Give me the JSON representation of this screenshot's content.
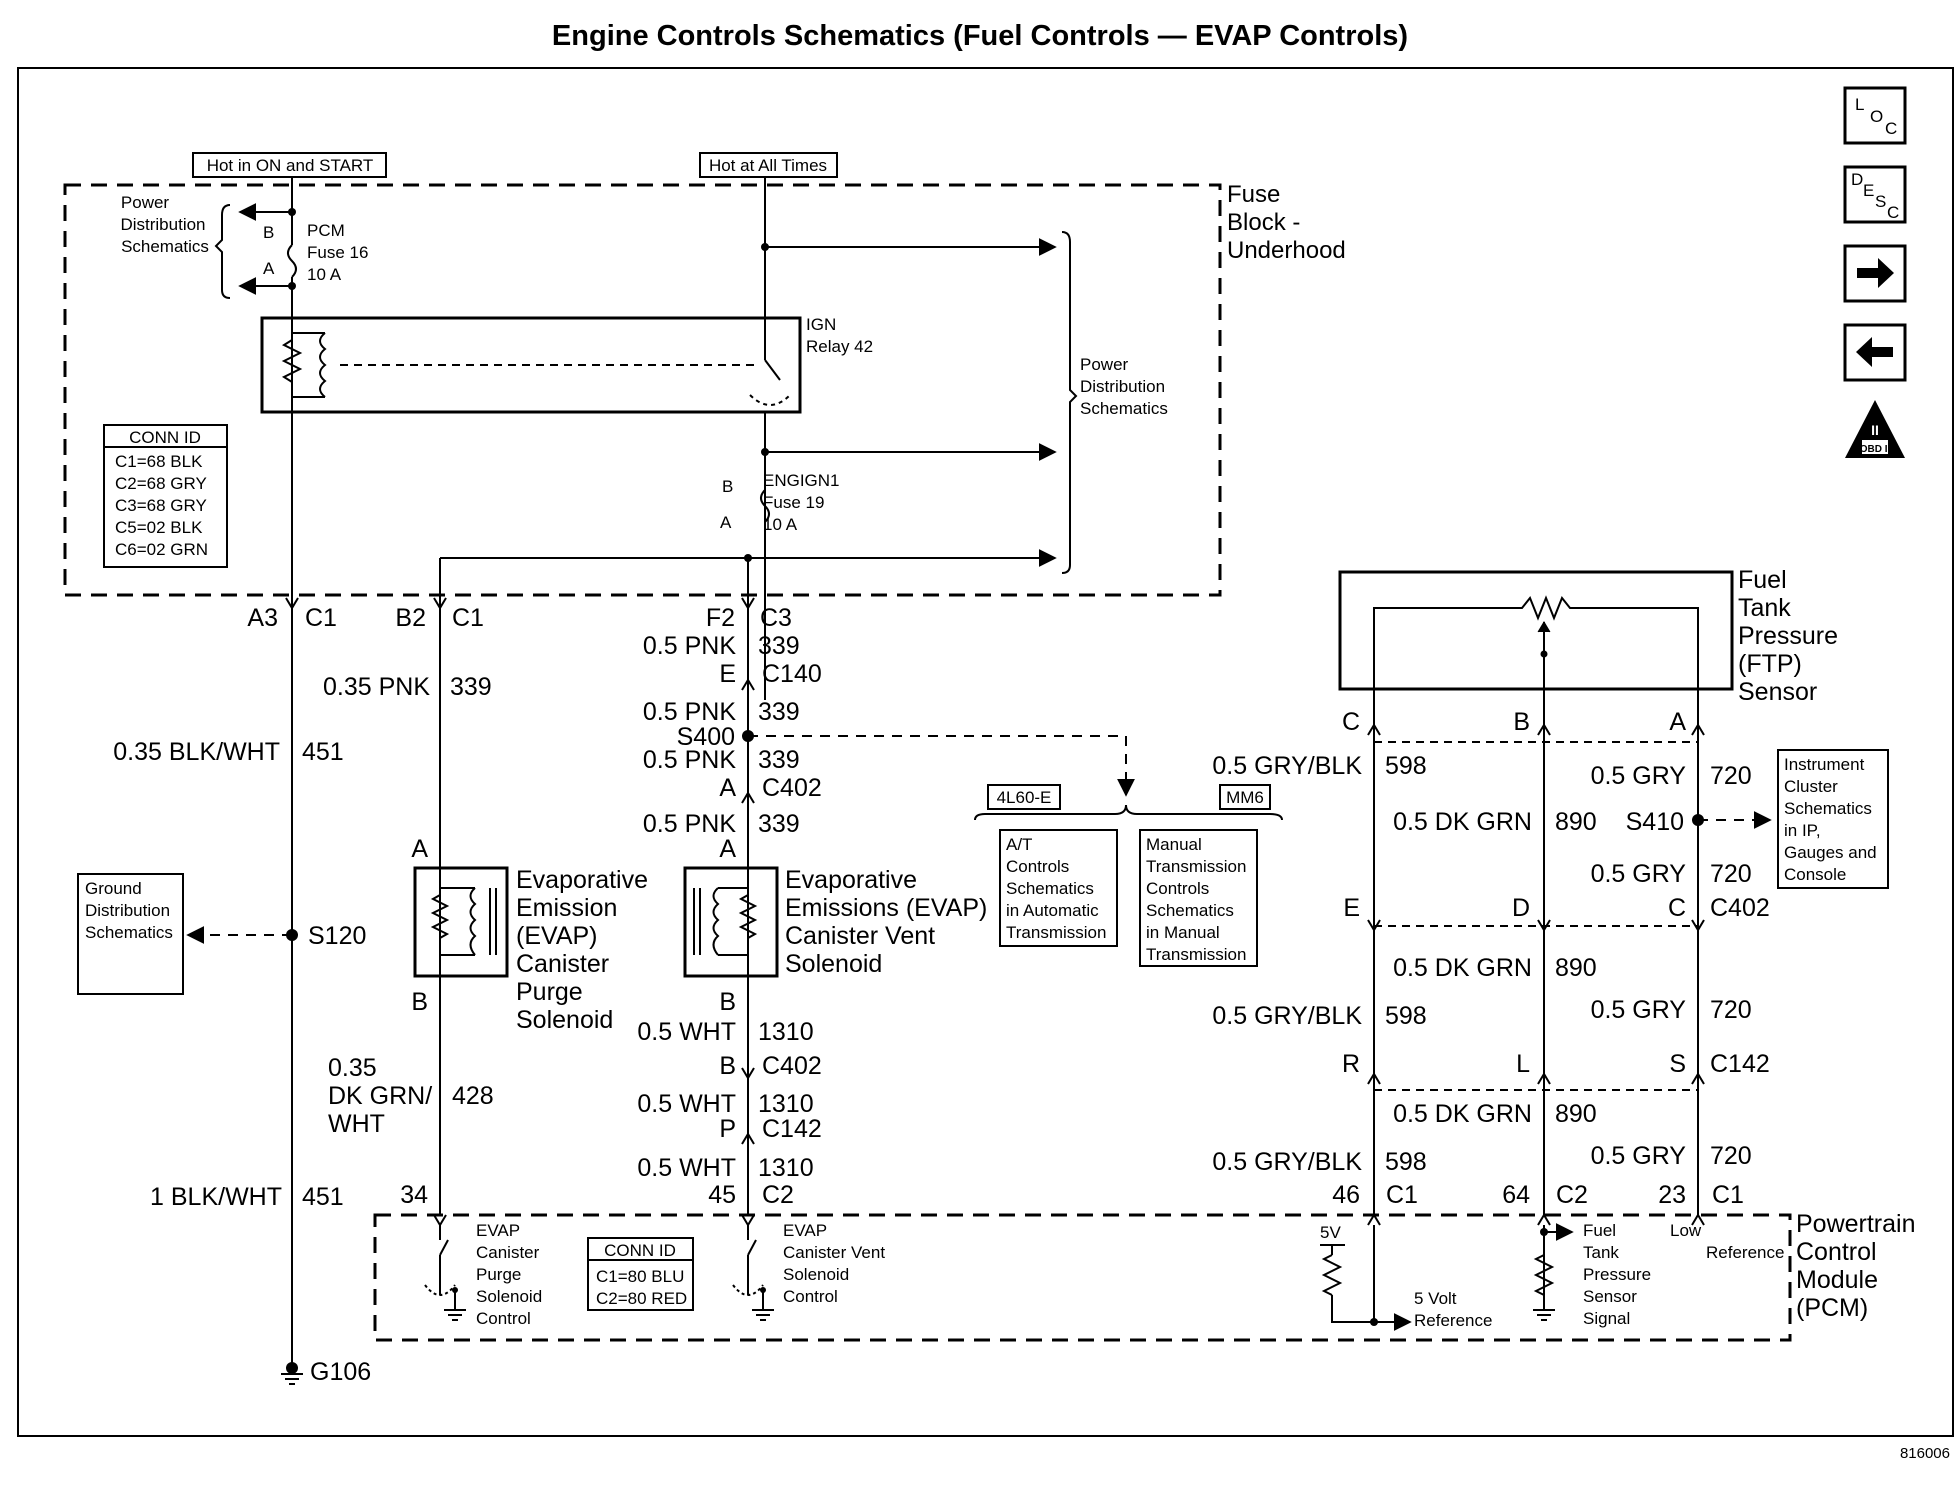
{
  "title": "Engine Controls Schematics (Fuel Controls — EVAP Controls)",
  "figure_id": "816006",
  "nav": {
    "loc": [
      "L",
      "O",
      "C"
    ],
    "desc": [
      "D",
      "E",
      "S",
      "C"
    ],
    "obd": "OBD II",
    "obd_num": "II"
  },
  "power": {
    "hot_on_start": "Hot in ON and START",
    "hot_all_times": "Hot at All Times"
  },
  "fuse_block": {
    "label": [
      "Fuse",
      "Block -",
      "Underhood"
    ]
  },
  "pds_left": [
    "Power",
    "Distribution",
    "Schematics"
  ],
  "pds_right": [
    "Power",
    "Distribution",
    "Schematics"
  ],
  "pcm_fuse": {
    "name": "PCM",
    "fuse": "Fuse 16",
    "amps": "10 A",
    "b": "B",
    "a": "A"
  },
  "ign_relay": [
    "IGN",
    "Relay 42"
  ],
  "engign_fuse": {
    "name": "ENGIGN1",
    "fuse": "Fuse 19",
    "amps": "10 A",
    "b": "B",
    "a": "A"
  },
  "conn_id_fuse": {
    "header": "CONN ID",
    "rows": [
      "C1=68 BLK",
      "C2=68 GRY",
      "C3=68 GRY",
      "C5=02 BLK",
      "C6=02 GRN"
    ]
  },
  "conn_id_pcm": {
    "header": "CONN ID",
    "rows": [
      "C1=80 BLU",
      "C2=80 RED"
    ]
  },
  "col1": {
    "pin": "A3",
    "conn": "C1",
    "wire1_gauge": "0.35 BLK/WHT",
    "wire1_ckt": "451",
    "splice": "S120",
    "wire2_gauge": "1 BLK/WHT",
    "wire2_ckt": "451",
    "ground": "G106"
  },
  "ground_dist": [
    "Ground",
    "Distribution",
    "Schematics"
  ],
  "col2": {
    "pin": "B2",
    "conn": "C1",
    "wire_gauge": "0.35 PNK",
    "wire_ckt": "339",
    "pin_a": "A",
    "pin_b": "B",
    "lower_gauge": [
      "0.35",
      "DK GRN/",
      "WHT"
    ],
    "lower_ckt": "428",
    "pcm_pin": "34"
  },
  "purge_solenoid": [
    "Evaporative",
    "Emission",
    "(EVAP)",
    "Canister",
    "Purge",
    "Solenoid"
  ],
  "col3": {
    "pin": "F2",
    "conn": "C3",
    "w1_gauge": "0.5 PNK",
    "w1_ckt": "339",
    "e": "E",
    "c140": "C140",
    "w2_gauge": "0.5 PNK",
    "w2_ckt": "339",
    "s400": "S400",
    "w3_gauge": "0.5 PNK",
    "w3_ckt": "339",
    "a1": "A",
    "c402a": "C402",
    "w4_gauge": "0.5 PNK",
    "w4_ckt": "339",
    "a2": "A",
    "b1": "B",
    "w5_gauge": "0.5 WHT",
    "w5_ckt": "1310",
    "b2": "B",
    "c402b": "C402",
    "w6_gauge": "0.5 WHT",
    "w6_ckt": "1310",
    "p": "P",
    "c142": "C142",
    "w7_gauge": "0.5 WHT",
    "w7_ckt": "1310",
    "pcm_pin": "45",
    "pcm_conn": "C2"
  },
  "vent_solenoid": [
    "Evaporative",
    "Emissions (EVAP)",
    "Canister Vent",
    "Solenoid"
  ],
  "trans": {
    "opt_auto": "4L60-E",
    "opt_man": "MM6",
    "auto_box": [
      "A/T",
      "Controls",
      "Schematics",
      "in Automatic",
      "Transmission"
    ],
    "man_box": [
      "Manual",
      "Transmission",
      "Controls",
      "Schematics",
      "in Manual",
      "Transmission"
    ]
  },
  "ftp_sensor": {
    "label": [
      "Fuel",
      "Tank",
      "Pressure",
      "(FTP)",
      "Sensor"
    ],
    "pin_c": "C",
    "pin_b": "B",
    "pin_a": "A"
  },
  "ftp_wires": {
    "gryblk": "0.5 GRY/BLK",
    "ckt598": "598",
    "dkgrn": "0.5 DK GRN",
    "ckt890": "890",
    "gry": "0.5 GRY",
    "ckt720": "720",
    "s410": "S410",
    "e": "E",
    "d": "D",
    "c": "C",
    "c402": "C402",
    "r": "R",
    "l": "L",
    "s": "S",
    "c142": "C142",
    "pin46": "46",
    "c1a": "C1",
    "pin64": "64",
    "c2": "C2",
    "pin23": "23",
    "c1b": "C1"
  },
  "inst_cluster": [
    "Instrument",
    "Cluster",
    "Schematics",
    "in IP,",
    "Gauges and",
    "Console"
  ],
  "pcm": {
    "label": [
      "Powertrain",
      "Control",
      "Module",
      "(PCM)"
    ],
    "purge_ctrl": [
      "EVAP",
      "Canister",
      "Purge",
      "Solenoid",
      "Control"
    ],
    "vent_ctrl": [
      "EVAP",
      "Canister Vent",
      "Solenoid",
      "Control"
    ],
    "v5": "5V",
    "ref5": [
      "5 Volt",
      "Reference"
    ],
    "ftp_sig": [
      "Fuel",
      "Tank",
      "Pressure",
      "Sensor",
      "Signal"
    ],
    "low_ref": [
      "Low",
      "Reference"
    ]
  }
}
